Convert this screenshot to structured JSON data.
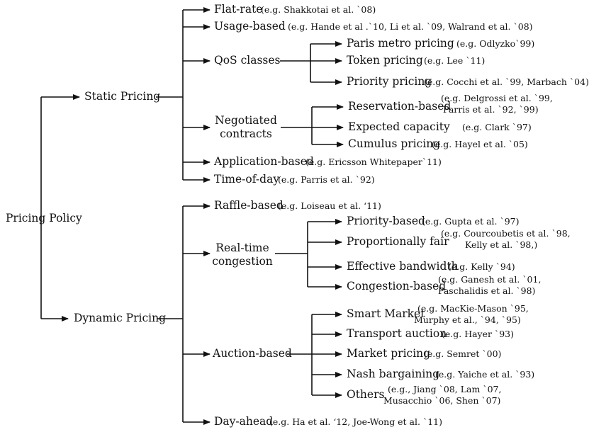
{
  "root": "Pricing Policy",
  "static": {
    "label": "Static Pricing",
    "flat_rate": {
      "label": "Flat-rate",
      "ref": "(e.g. Shakkotai et al. `08)"
    },
    "usage": {
      "label": "Usage-based",
      "ref": "(e.g. Hande et al .`10, Li et al. `09, Walrand et al. `08)"
    },
    "qos": {
      "label": "QoS classes",
      "paris": {
        "label": "Paris metro pricing",
        "ref": "(e.g. Odlyzko`99)"
      },
      "token": {
        "label": "Token pricing",
        "ref": "(e.g. Lee `11)"
      },
      "priority": {
        "label": "Priority pricing",
        "ref": "(e.g. Cocchi et al. `99, Marbach `04)"
      }
    },
    "negotiated": {
      "label_1": "Negotiated",
      "label_2": "contracts",
      "reservation": {
        "label": "Reservation-based",
        "ref_1": "(e.g. Delgrossi et al. `99,",
        "ref_2": "Parris et al. `92, `99)"
      },
      "expected": {
        "label": "Expected capacity",
        "ref": "(e.g. Clark `97)"
      },
      "cumulus": {
        "label": "Cumulus pricing",
        "ref": "(e.g. Hayel et al. `05)"
      }
    },
    "application": {
      "label": "Application-based",
      "ref": "(e.g. Ericsson Whitepaper`11)"
    },
    "time_of_day": {
      "label": "Time-of-day",
      "ref": "(e.g. Parris et al. `92)"
    }
  },
  "dynamic": {
    "label": "Dynamic Pricing",
    "raffle": {
      "label": "Raffle-based",
      "ref": "(e.g. Loiseau et al. ‘11)"
    },
    "realtime": {
      "label_1": "Real-time",
      "label_2": "congestion",
      "priority_based": {
        "label": "Priority-based",
        "ref": "(e.g. Gupta et al. `97)"
      },
      "proportional": {
        "label": "Proportionally fair",
        "ref_1": "(e.g. Courcoubetis et al. `98,",
        "ref_2": "Kelly et al. `98,)"
      },
      "effective": {
        "label": "Effective bandwidth",
        "ref": "(e.g. Kelly `94)"
      },
      "congestion": {
        "label": "Congestion-based",
        "ref_1": "(e.g. Ganesh et al. `01,",
        "ref_2": "Paschalidis et al. `98)"
      }
    },
    "auction": {
      "label": "Auction-based",
      "smart": {
        "label": "Smart Market",
        "ref_1": "(e.g. MacKie-Mason `95,",
        "ref_2": "Murphy et al., `94, `95)"
      },
      "transport": {
        "label": "Transport auction",
        "ref": "(e.g. Hayer `93)"
      },
      "market": {
        "label": "Market pricing",
        "ref": "(e.g. Semret `00)"
      },
      "nash": {
        "label": "Nash bargaining",
        "ref": "(e.g. Yaiche et al. `93)"
      },
      "others": {
        "label": "Others",
        "ref_1": "(e.g., Jiang `08, Lam `07,",
        "ref_2": "Musacchio `06, Shen `07)"
      }
    },
    "day_ahead": {
      "label": "Day-ahead",
      "ref": "(e.g. Ha et al. ‘12, Joe-Wong et al. `11)"
    }
  }
}
